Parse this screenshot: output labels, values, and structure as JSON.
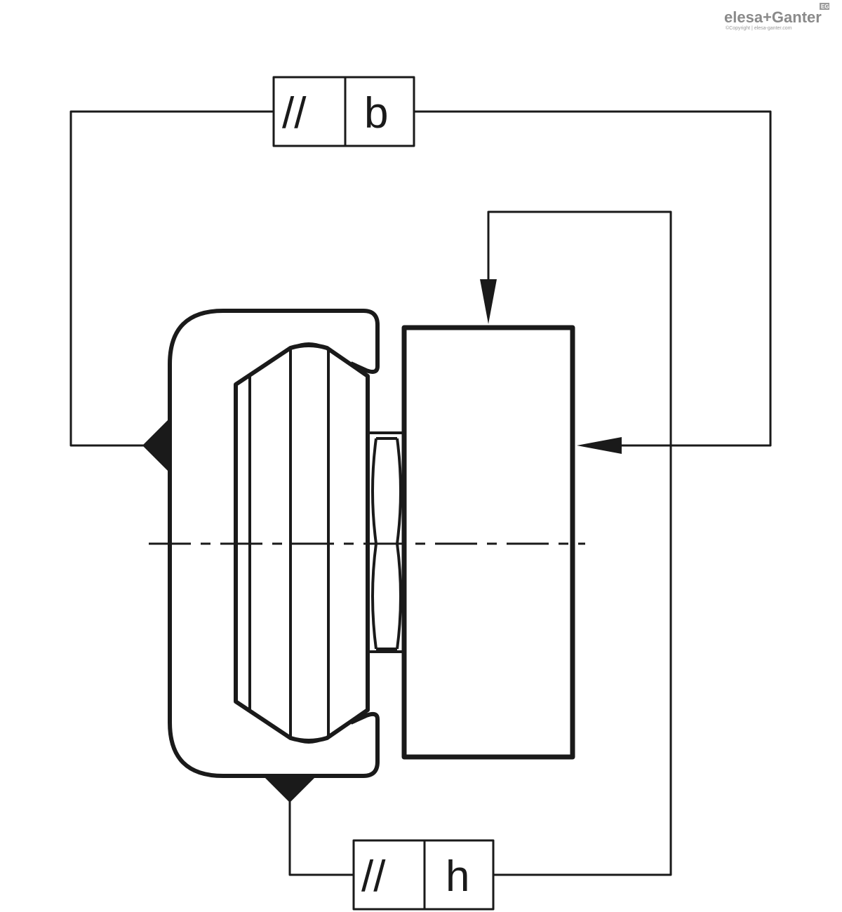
{
  "logo": {
    "brand": "elesa+Ganter",
    "badge": "EG",
    "copyright": "©Copyright | elesa-ganter.com",
    "color": "#8a8a8a"
  },
  "tolerance_frames": {
    "top": {
      "symbol": "//",
      "datum": "b"
    },
    "bottom": {
      "symbol": "//",
      "datum": "h"
    }
  },
  "colors": {
    "line": "#1a1a1a",
    "background": "#ffffff"
  }
}
